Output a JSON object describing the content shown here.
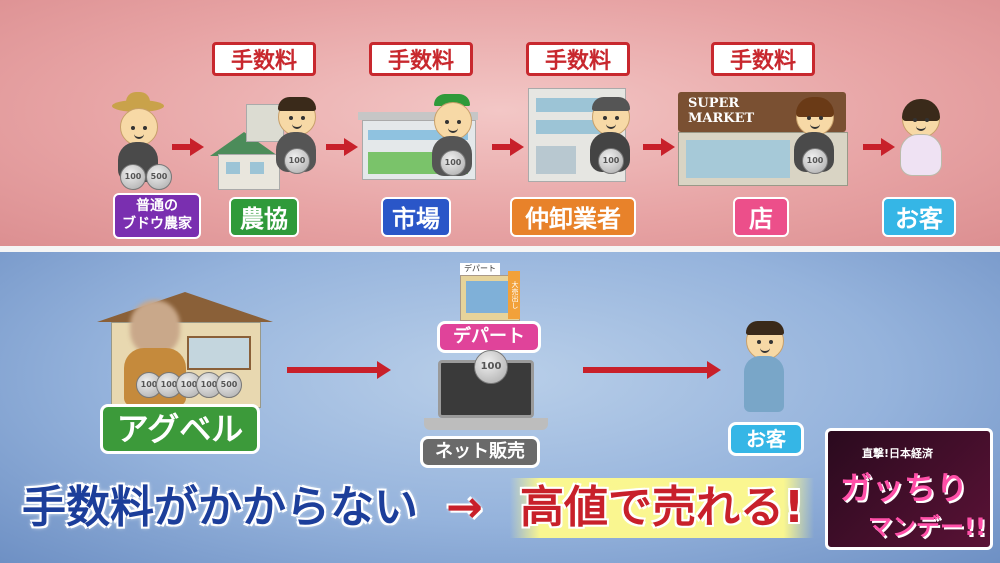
{
  "fees": {
    "label": "手数料"
  },
  "stages": {
    "farmer_line1": "普通の",
    "farmer_line2": "ブドウ農家",
    "agri_coop": "農協",
    "market": "市場",
    "wholesaler": "仲卸業者",
    "store": "店",
    "customer": "お客"
  },
  "supermarket_sign": {
    "line1": "SUPER",
    "line2": "MARKET"
  },
  "coins": {
    "c100": "100",
    "c500": "500"
  },
  "bottom": {
    "company": "アグベル",
    "department_store": "デパート",
    "online_sales": "ネット販売",
    "customer": "お客",
    "depa_sign": "デパート",
    "depa_tower": "大売出し"
  },
  "slogan": {
    "part_a": "手数料がかからない",
    "arrow": "→",
    "part_b": "高値で売れる!"
  },
  "logo": {
    "small_text": "直撃!日本経済",
    "main_line1": "ガッちり",
    "main_line2": "マンデー!!"
  },
  "colors": {
    "fee_red": "#c8282e",
    "farmer_purple": "#7a2fb0",
    "coop_green": "#2f9a3a",
    "market_blue": "#2a56c8",
    "wholesaler_orange": "#e8822a",
    "store_pink": "#ec4f8a",
    "customer_cyan": "#35b6e6",
    "company_green": "#3c9a3a",
    "depa_magenta": "#e0439a",
    "net_gray": "#6a6a6a",
    "slogan_blue": "#1c3e9a",
    "slogan_red": "#c8202a"
  }
}
